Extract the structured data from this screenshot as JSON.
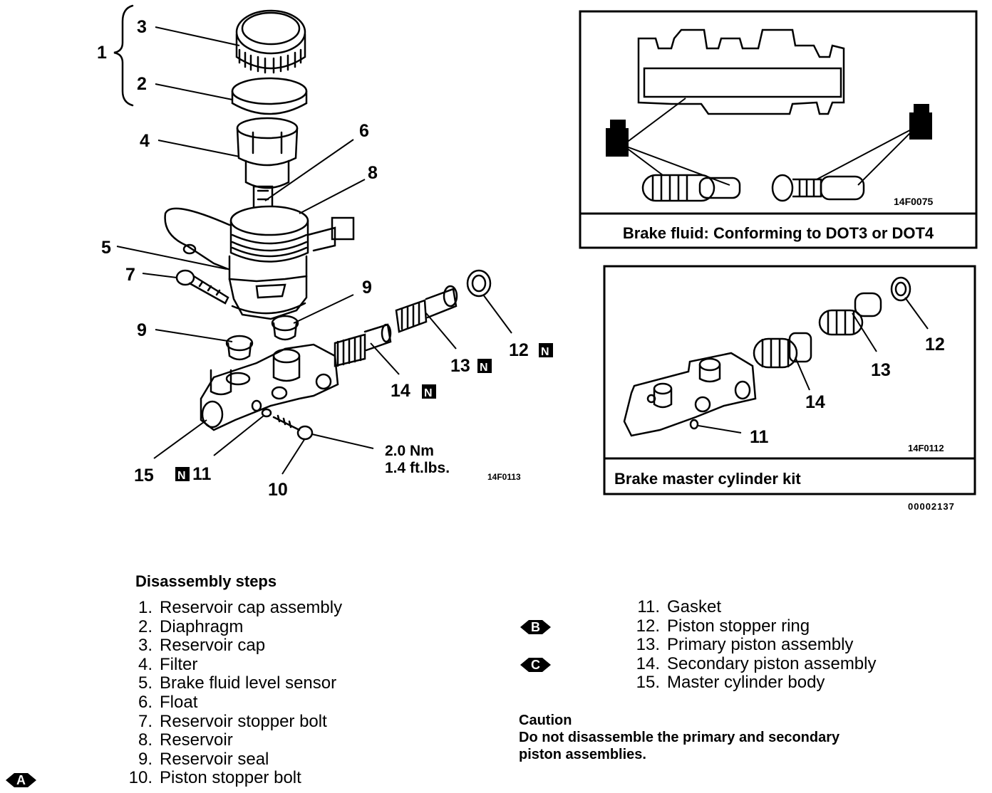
{
  "diagram": {
    "callouts": {
      "c1": "1",
      "c2": "2",
      "c3": "3",
      "c4": "4",
      "c5": "5",
      "c6": "6",
      "c7": "7",
      "c8": "8",
      "c9a": "9",
      "c9b": "9",
      "c10": "10",
      "c11": "11",
      "c12": "12",
      "c13": "13",
      "c14": "14",
      "c15": "15",
      "n_badge": "N"
    },
    "torque": {
      "nm": "2.0 Nm",
      "ftlbs": "1.4 ft.lbs."
    },
    "figure_code_main": "14F0113",
    "figure_code_fluid": "14F0075",
    "figure_code_kit": "14F0112",
    "figure_code_page": "00002137",
    "fluid_caption": "Brake fluid: Conforming to DOT3 or DOT4",
    "kit_caption": "Brake master cylinder kit",
    "kit_callouts": {
      "k11": "11",
      "k12": "12",
      "k13": "13",
      "k14": "14"
    }
  },
  "steps": {
    "heading": "Disassembly steps",
    "items": [
      {
        "n": "1.",
        "label": "Reservoir cap assembly"
      },
      {
        "n": "2.",
        "label": "Diaphragm"
      },
      {
        "n": "3.",
        "label": "Reservoir cap"
      },
      {
        "n": "4.",
        "label": "Filter"
      },
      {
        "n": "5.",
        "label": "Brake fluid level sensor"
      },
      {
        "n": "6.",
        "label": "Float"
      },
      {
        "n": "7.",
        "label": "Reservoir stopper bolt"
      },
      {
        "n": "8.",
        "label": "Reservoir"
      },
      {
        "n": "9.",
        "label": "Reservoir seal"
      },
      {
        "n": "10.",
        "label": "Piston stopper bolt"
      }
    ],
    "items2": [
      {
        "n": "11.",
        "label": "Gasket"
      },
      {
        "n": "12.",
        "label": "Piston stopper ring"
      },
      {
        "n": "13.",
        "label": "Primary piston assembly"
      },
      {
        "n": "14.",
        "label": "Secondary piston assembly"
      },
      {
        "n": "15.",
        "label": "Master cylinder body"
      }
    ],
    "marks": {
      "a": "A",
      "b": "B",
      "c": "C"
    }
  },
  "caution": {
    "title": "Caution",
    "line1": "Do not disassemble the primary and secondary",
    "line2": "piston assemblies."
  }
}
